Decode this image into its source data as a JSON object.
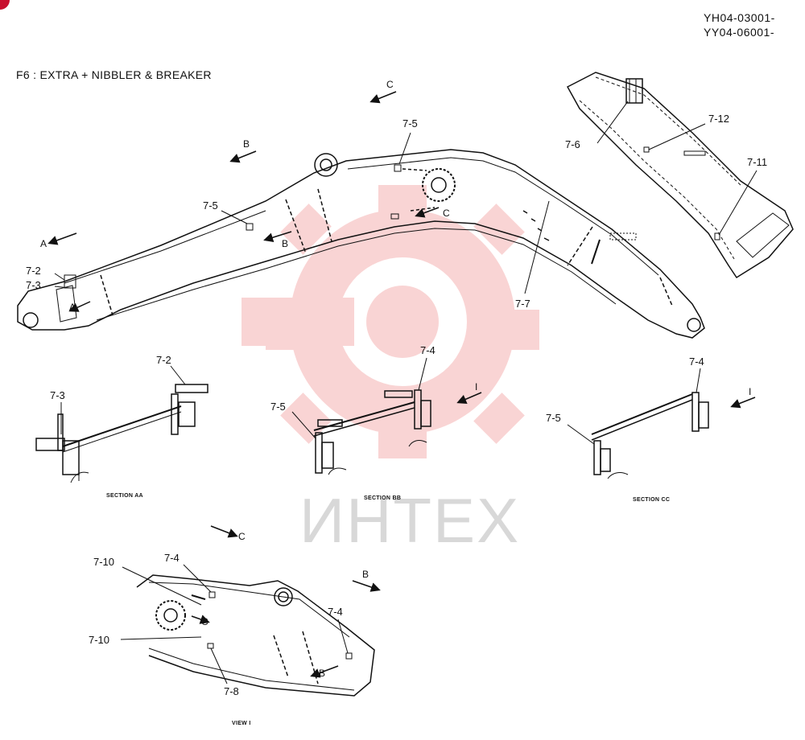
{
  "header": {
    "serial_1": "YH04-03001-",
    "serial_2": "YY04-06001-",
    "title": "F6 : EXTRA + NIBBLER & BREAKER"
  },
  "watermark": {
    "text": "ИНТЕХ",
    "color": "#e8423f"
  },
  "callouts": {
    "c_7_5_top": "7-5",
    "c_7_5_left": "7-5",
    "c_7_2": "7-2",
    "c_7_3": "7-3",
    "c_7_7": "7-7",
    "c_7_6": "7-6",
    "c_7_12": "7-12",
    "c_7_11": "7-11",
    "aa_7_2": "7-2",
    "aa_7_3": "7-3",
    "bb_7_4": "7-4",
    "bb_7_5": "7-5",
    "cc_7_4": "7-4",
    "cc_7_5": "7-5",
    "v_7_4_top": "7-4",
    "v_7_10_top": "7-10",
    "v_7_10_bot": "7-10",
    "v_7_4_right": "7-4",
    "v_7_8": "7-8"
  },
  "section_markers": {
    "a1": "A",
    "a2": "A",
    "b1": "B",
    "b2": "B",
    "b3": "B",
    "b4": "B",
    "c1": "C",
    "c2": "C",
    "c3": "C",
    "c4": "C",
    "i1": "I",
    "i2": "I"
  },
  "section_labels": {
    "aa": "SECTION AA",
    "bb": "SECTION BB",
    "cc": "SECTION CC",
    "view": "VIEW I"
  }
}
